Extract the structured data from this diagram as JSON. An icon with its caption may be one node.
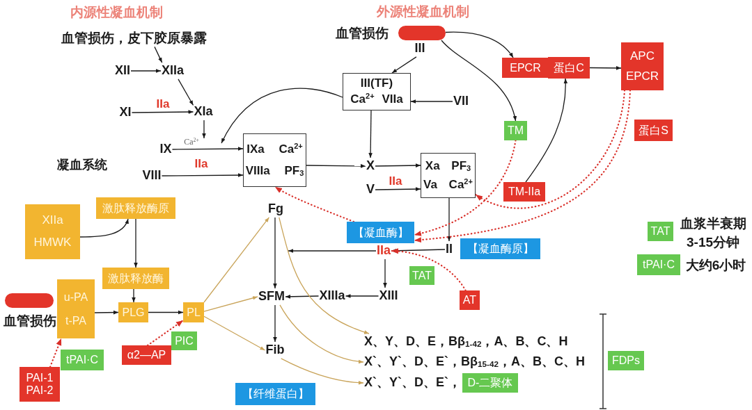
{
  "diagram": {
    "nodes": [
      {
        "text": [
          "血管损伤，皮下胶原暴露"
        ]
      },
      {
        "text": [
          "XII"
        ]
      },
      {
        "text": [
          "XIIa"
        ]
      },
      {
        "text": [
          "XI"
        ]
      },
      {
        "text": [
          "XIa"
        ]
      },
      {
        "text": [
          "IX"
        ]
      },
      {
        "text": [
          "VIII"
        ]
      },
      {
        "text": [
          "IXa Ca$^{2+}$",
          "VIIIa PF$_{3}$"
        ]
      },
      {
        "text": [],
        "shape": "bar",
        "beside": [
          "血管损伤"
        ]
      },
      {
        "text": [
          "III"
        ]
      },
      {
        "text": [
          "III(TF)",
          "Ca$^{2+}$ VIIa"
        ]
      },
      {
        "text": [
          "VII"
        ]
      },
      {
        "text": [
          "X"
        ]
      },
      {
        "text": [
          "V"
        ]
      },
      {
        "text": [
          "Xa PF$_{3}$",
          "Va Ca$^{2+}$"
        ]
      },
      {
        "text": [
          "EPCR"
        ]
      },
      {
        "text": [
          "蛋白C"
        ]
      },
      {
        "text": [
          "APC",
          "EPCR"
        ]
      },
      {
        "text": [
          "TM"
        ]
      },
      {
        "text": [
          "蛋白S"
        ]
      },
      {
        "text": [
          "TM-IIa"
        ]
      },
      {
        "text": [
          "XIIa",
          "HMWK"
        ]
      },
      {
        "text": [
          "激肽释放酶原"
        ]
      },
      {
        "text": [
          "激肽释放酶"
        ]
      },
      {
        "text": [
          "u-PA",
          "t-PA"
        ]
      },
      {
        "text": [],
        "shape": "bar",
        "beside": [
          "血管损伤"
        ]
      },
      {
        "text": [
          "PLG"
        ]
      },
      {
        "text": [
          "PL"
        ]
      },
      {
        "text": [
          "PIC"
        ]
      },
      {
        "text": [
          "α2—AP"
        ]
      },
      {
        "text": [
          "tPAI·C"
        ]
      },
      {
        "text": [
          "PAI-1",
          "PAI-2"
        ]
      },
      {
        "text": [
          "Fg"
        ]
      },
      {
        "text": [
          "【凝血酶】"
        ]
      },
      {
        "text": [
          "【凝血酶原】"
        ]
      },
      {
        "text": [
          "IIa"
        ]
      },
      {
        "text": [
          "II"
        ]
      },
      {
        "text": [
          "TAT"
        ]
      },
      {
        "text": [
          "AT"
        ]
      },
      {
        "text": [
          "XIII"
        ]
      },
      {
        "text": [
          "XIIIa"
        ]
      },
      {
        "text": [
          "SFM"
        ]
      },
      {
        "text": [
          "Fib"
        ]
      },
      {
        "text": [
          "【纤维蛋白】"
        ]
      },
      {
        "text": [
          "X、Y、D、E，Bβ$_{1-42}$，A、B、C、H"
        ]
      },
      {
        "text": [
          "X`、Y`、D、E`，Bβ$_{15-42}$，A、B、C、H"
        ]
      },
      {
        "text": [
          "X`、Y`、D、E`，"
        ]
      },
      {
        "text": [
          "D-二聚体"
        ]
      },
      {
        "text": [
          "FDPs"
        ]
      },
      {
        "text": [
          "TAT"
        ],
        "beside": [
          "血浆半衰期3-15分钟"
        ]
      },
      {
        "text": [
          "tPAI·C"
        ],
        "beside": [
          "大约6小时"
        ]
      }
    ],
    "edges": [
      {
        "from": 0,
        "to": 2,
        "arrow": "to"
      },
      {
        "from": 1,
        "to": 2,
        "arrow": "to"
      },
      {
        "from": 2,
        "to": 4,
        "arrow": "to"
      },
      {
        "from": 3,
        "to": 4,
        "arrow": "to",
        "label": "IIa"
      },
      {
        "from": 4,
        "to": null,
        "arrow": "to"
      },
      {
        "from": 5,
        "to": 7,
        "arrow": "to",
        "label": "Ca$^{2+}$"
      },
      {
        "from": 6,
        "to": 7,
        "arrow": "to",
        "label": "IIa"
      },
      {
        "from": 10,
        "to": null,
        "arrow": "to"
      },
      {
        "from": 9,
        "to": 10,
        "arrow": "to"
      },
      {
        "from": 11,
        "to": 10,
        "arrow": "to"
      },
      {
        "from": 10,
        "to": 12,
        "arrow": "to"
      },
      {
        "from": 7,
        "to": 12,
        "arrow": "to"
      },
      {
        "from": 12,
        "to": 14,
        "arrow": "to"
      },
      {
        "from": 13,
        "to": 14,
        "arrow": "to",
        "label": "IIa"
      },
      {
        "from": 8,
        "to": 15,
        "arrow": "to"
      },
      {
        "from": 8,
        "to": 18,
        "arrow": "to"
      },
      {
        "from": 20,
        "to": 16,
        "arrow": "to"
      },
      {
        "from": 16,
        "to": 17,
        "arrow": "to"
      },
      {
        "from": 14,
        "to": 36,
        "arrow": "to"
      },
      {
        "from": 36,
        "to": 35,
        "arrow": "to"
      },
      {
        "from": 35,
        "to": null,
        "arrow": "to"
      },
      {
        "from": 35,
        "to": 39,
        "arrow": "to"
      },
      {
        "from": 39,
        "to": 40,
        "arrow": "to"
      },
      {
        "from": 40,
        "to": 41,
        "arrow": "to"
      },
      {
        "from": 32,
        "to": 41,
        "arrow": "to"
      },
      {
        "from": 41,
        "to": 42,
        "arrow": "to"
      },
      {
        "from": 22,
        "to": 23,
        "arrow": "to"
      },
      {
        "from": 21,
        "to": 22,
        "arrow": "to"
      },
      {
        "from": 23,
        "to": 26,
        "arrow": "to"
      },
      {
        "from": 24,
        "to": 26,
        "arrow": "to"
      },
      {
        "from": 26,
        "to": 27,
        "arrow": "to"
      },
      {
        "from": 29,
        "to": 27,
        "arrow": "to",
        "style": "dashed",
        "color": "#d9302a"
      },
      {
        "from": 31,
        "to": 24,
        "arrow": "to",
        "style": "dashed",
        "color": "#d9302a"
      },
      {
        "from": 27,
        "to": 32,
        "arrow": "to",
        "color": "#c9a45a"
      },
      {
        "from": 27,
        "to": 41,
        "arrow": "to",
        "color": "#c9a45a"
      },
      {
        "from": 27,
        "to": 42,
        "arrow": "to",
        "color": "#c9a45a"
      },
      {
        "from": 32,
        "to": 44,
        "arrow": "to",
        "color": "#c9a45a"
      },
      {
        "from": 41,
        "to": 45,
        "arrow": "to",
        "color": "#c9a45a"
      },
      {
        "from": 42,
        "to": 46,
        "arrow": "to",
        "color": "#c9a45a"
      },
      {
        "from": 33,
        "to": 7,
        "arrow": "to",
        "style": "dashed",
        "color": "#d9302a"
      },
      {
        "from": 17,
        "to": 14,
        "arrow": "to",
        "style": "dashed",
        "color": "#d9302a"
      },
      {
        "from": 18,
        "to": 33,
        "arrow": "to",
        "style": "dashed",
        "color": "#d9302a"
      },
      {
        "from": 17,
        "to": 33,
        "arrow": "to",
        "style": "dashed",
        "color": "#d9302a"
      },
      {
        "from": 38,
        "to": 35,
        "arrow": "to",
        "style": "dashed",
        "color": "#d9302a"
      }
    ],
    "labels": [
      "内源性凝血机制",
      "外源性凝血机制",
      "凝血系统"
    ]
  }
}
